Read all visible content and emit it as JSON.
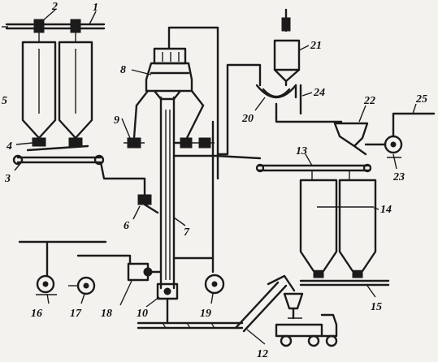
{
  "callouts": [
    {
      "id": "1",
      "text": "1"
    },
    {
      "id": "2",
      "text": "2"
    },
    {
      "id": "3",
      "text": "3"
    },
    {
      "id": "4",
      "text": "4"
    },
    {
      "id": "5",
      "text": "5"
    },
    {
      "id": "6",
      "text": "6"
    },
    {
      "id": "7",
      "text": "7"
    },
    {
      "id": "8",
      "text": "8"
    },
    {
      "id": "9",
      "text": "9"
    },
    {
      "id": "10",
      "text": "10"
    },
    {
      "id": "12",
      "text": "12"
    },
    {
      "id": "13",
      "text": "13"
    },
    {
      "id": "14",
      "text": "14"
    },
    {
      "id": "15",
      "text": "15"
    },
    {
      "id": "16",
      "text": "16"
    },
    {
      "id": "17",
      "text": "17"
    },
    {
      "id": "18",
      "text": "18"
    },
    {
      "id": "19",
      "text": "19"
    },
    {
      "id": "20",
      "text": "20"
    },
    {
      "id": "21",
      "text": "21"
    },
    {
      "id": "22",
      "text": "22"
    },
    {
      "id": "23",
      "text": "23"
    },
    {
      "id": "24",
      "text": "24"
    },
    {
      "id": "25",
      "text": "25"
    }
  ]
}
